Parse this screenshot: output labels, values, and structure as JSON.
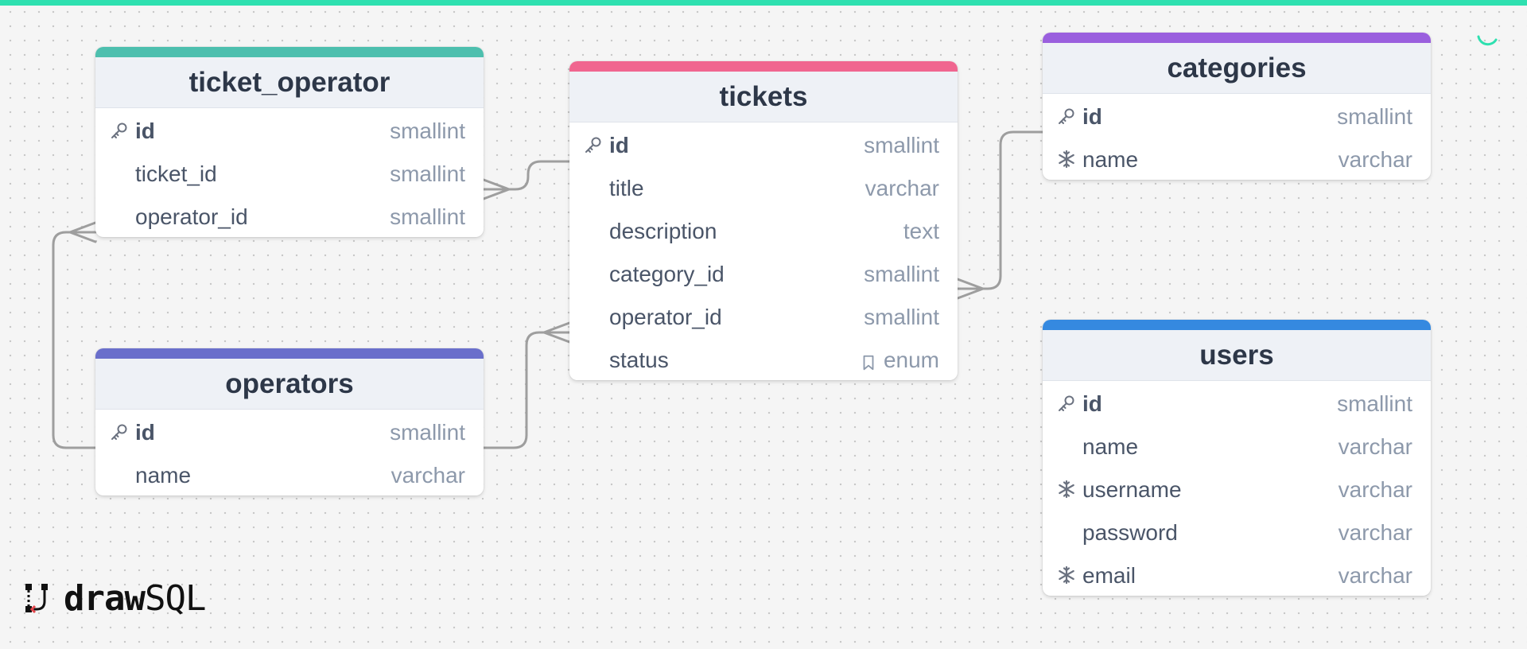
{
  "colors": {
    "ticket_operator": "#4dbfae",
    "tickets": "#f0658f",
    "categories": "#9a5fde",
    "operators": "#6a6fcb",
    "users": "#3589e0",
    "connector": "#9e9e9e",
    "topbar": "#2fe0b0"
  },
  "tables": {
    "ticket_operator": {
      "name": "ticket_operator",
      "rows": [
        {
          "col": "id",
          "type": "smallint",
          "icon": "key-icon"
        },
        {
          "col": "ticket_id",
          "type": "smallint",
          "icon": ""
        },
        {
          "col": "operator_id",
          "type": "smallint",
          "icon": ""
        }
      ]
    },
    "tickets": {
      "name": "tickets",
      "rows": [
        {
          "col": "id",
          "type": "smallint",
          "icon": "key-icon"
        },
        {
          "col": "title",
          "type": "varchar",
          "icon": ""
        },
        {
          "col": "description",
          "type": "text",
          "icon": ""
        },
        {
          "col": "category_id",
          "type": "smallint",
          "icon": ""
        },
        {
          "col": "operator_id",
          "type": "smallint",
          "icon": ""
        },
        {
          "col": "status",
          "type": "enum",
          "icon": "bookmark-icon"
        }
      ]
    },
    "categories": {
      "name": "categories",
      "rows": [
        {
          "col": "id",
          "type": "smallint",
          "icon": "key-icon"
        },
        {
          "col": "name",
          "type": "varchar",
          "icon": "snowflake-icon"
        }
      ]
    },
    "operators": {
      "name": "operators",
      "rows": [
        {
          "col": "id",
          "type": "smallint",
          "icon": "key-icon"
        },
        {
          "col": "name",
          "type": "varchar",
          "icon": ""
        }
      ]
    },
    "users": {
      "name": "users",
      "rows": [
        {
          "col": "id",
          "type": "smallint",
          "icon": "key-icon"
        },
        {
          "col": "name",
          "type": "varchar",
          "icon": ""
        },
        {
          "col": "username",
          "type": "varchar",
          "icon": "snowflake-icon"
        },
        {
          "col": "password",
          "type": "varchar",
          "icon": ""
        },
        {
          "col": "email",
          "type": "varchar",
          "icon": "snowflake-icon"
        }
      ]
    }
  },
  "logo": {
    "part1": "draw",
    "part2": "SQL"
  }
}
